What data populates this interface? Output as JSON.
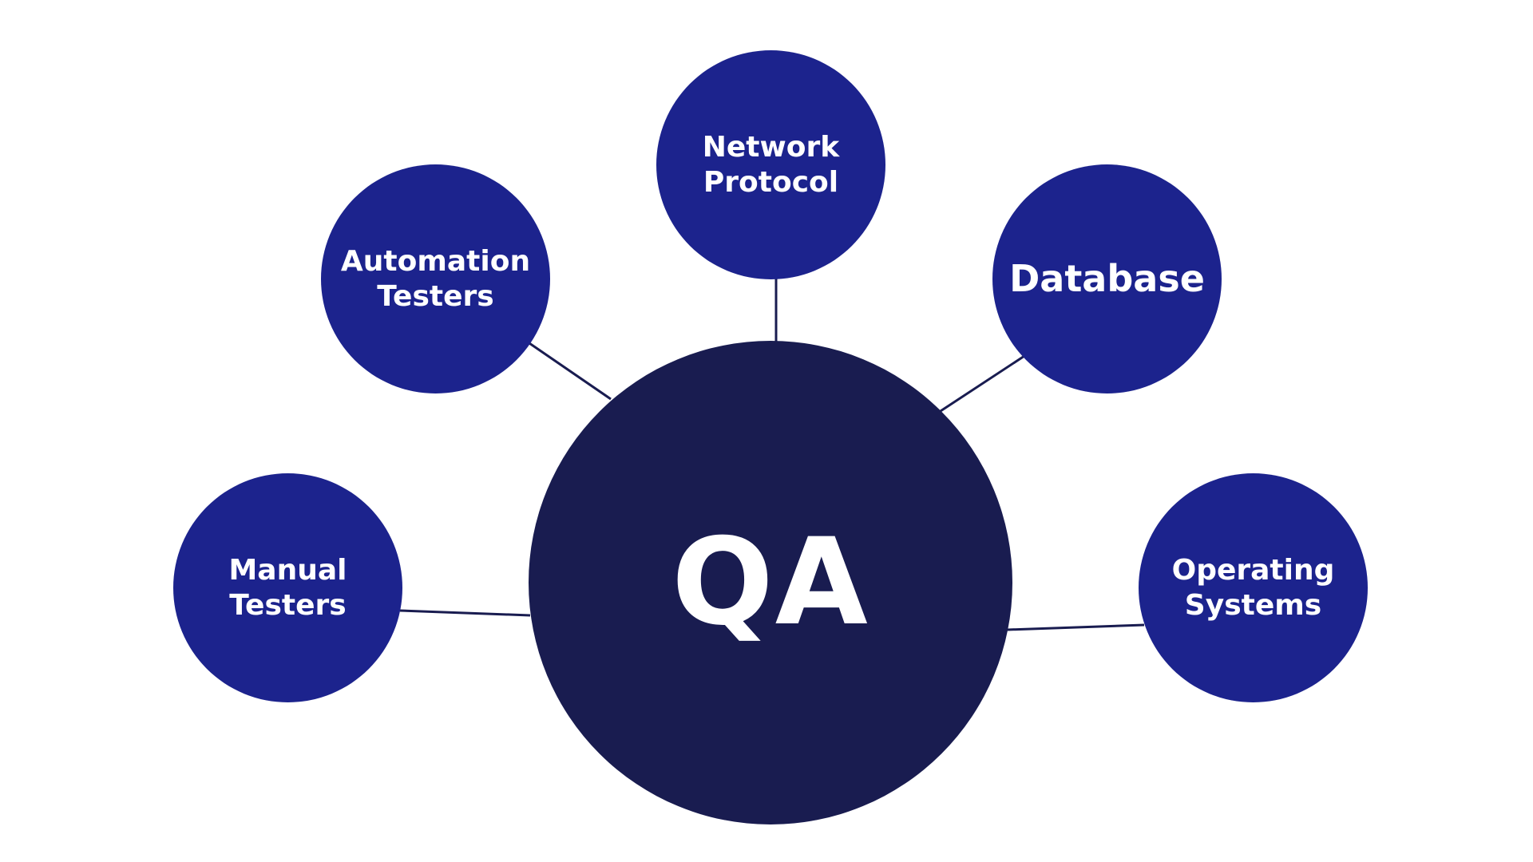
{
  "colors": {
    "background": "#ffffff",
    "center_fill": "#191c50",
    "satellite_fill": "#1c238d",
    "connector": "#191c50",
    "text": "#ffffff"
  },
  "diagram": {
    "center": {
      "label": "QA"
    },
    "nodes": [
      {
        "id": "network-protocol",
        "label": "Network\nProtocol"
      },
      {
        "id": "automation-testers",
        "label": "Automation\nTesters"
      },
      {
        "id": "database",
        "label": "Database"
      },
      {
        "id": "manual-testers",
        "label": "Manual\nTesters"
      },
      {
        "id": "operating-systems",
        "label": "Operating\nSystems"
      }
    ],
    "edges": [
      {
        "from": "qa",
        "to": "network-protocol"
      },
      {
        "from": "qa",
        "to": "automation-testers"
      },
      {
        "from": "qa",
        "to": "database"
      },
      {
        "from": "qa",
        "to": "manual-testers"
      },
      {
        "from": "qa",
        "to": "operating-systems"
      }
    ]
  }
}
